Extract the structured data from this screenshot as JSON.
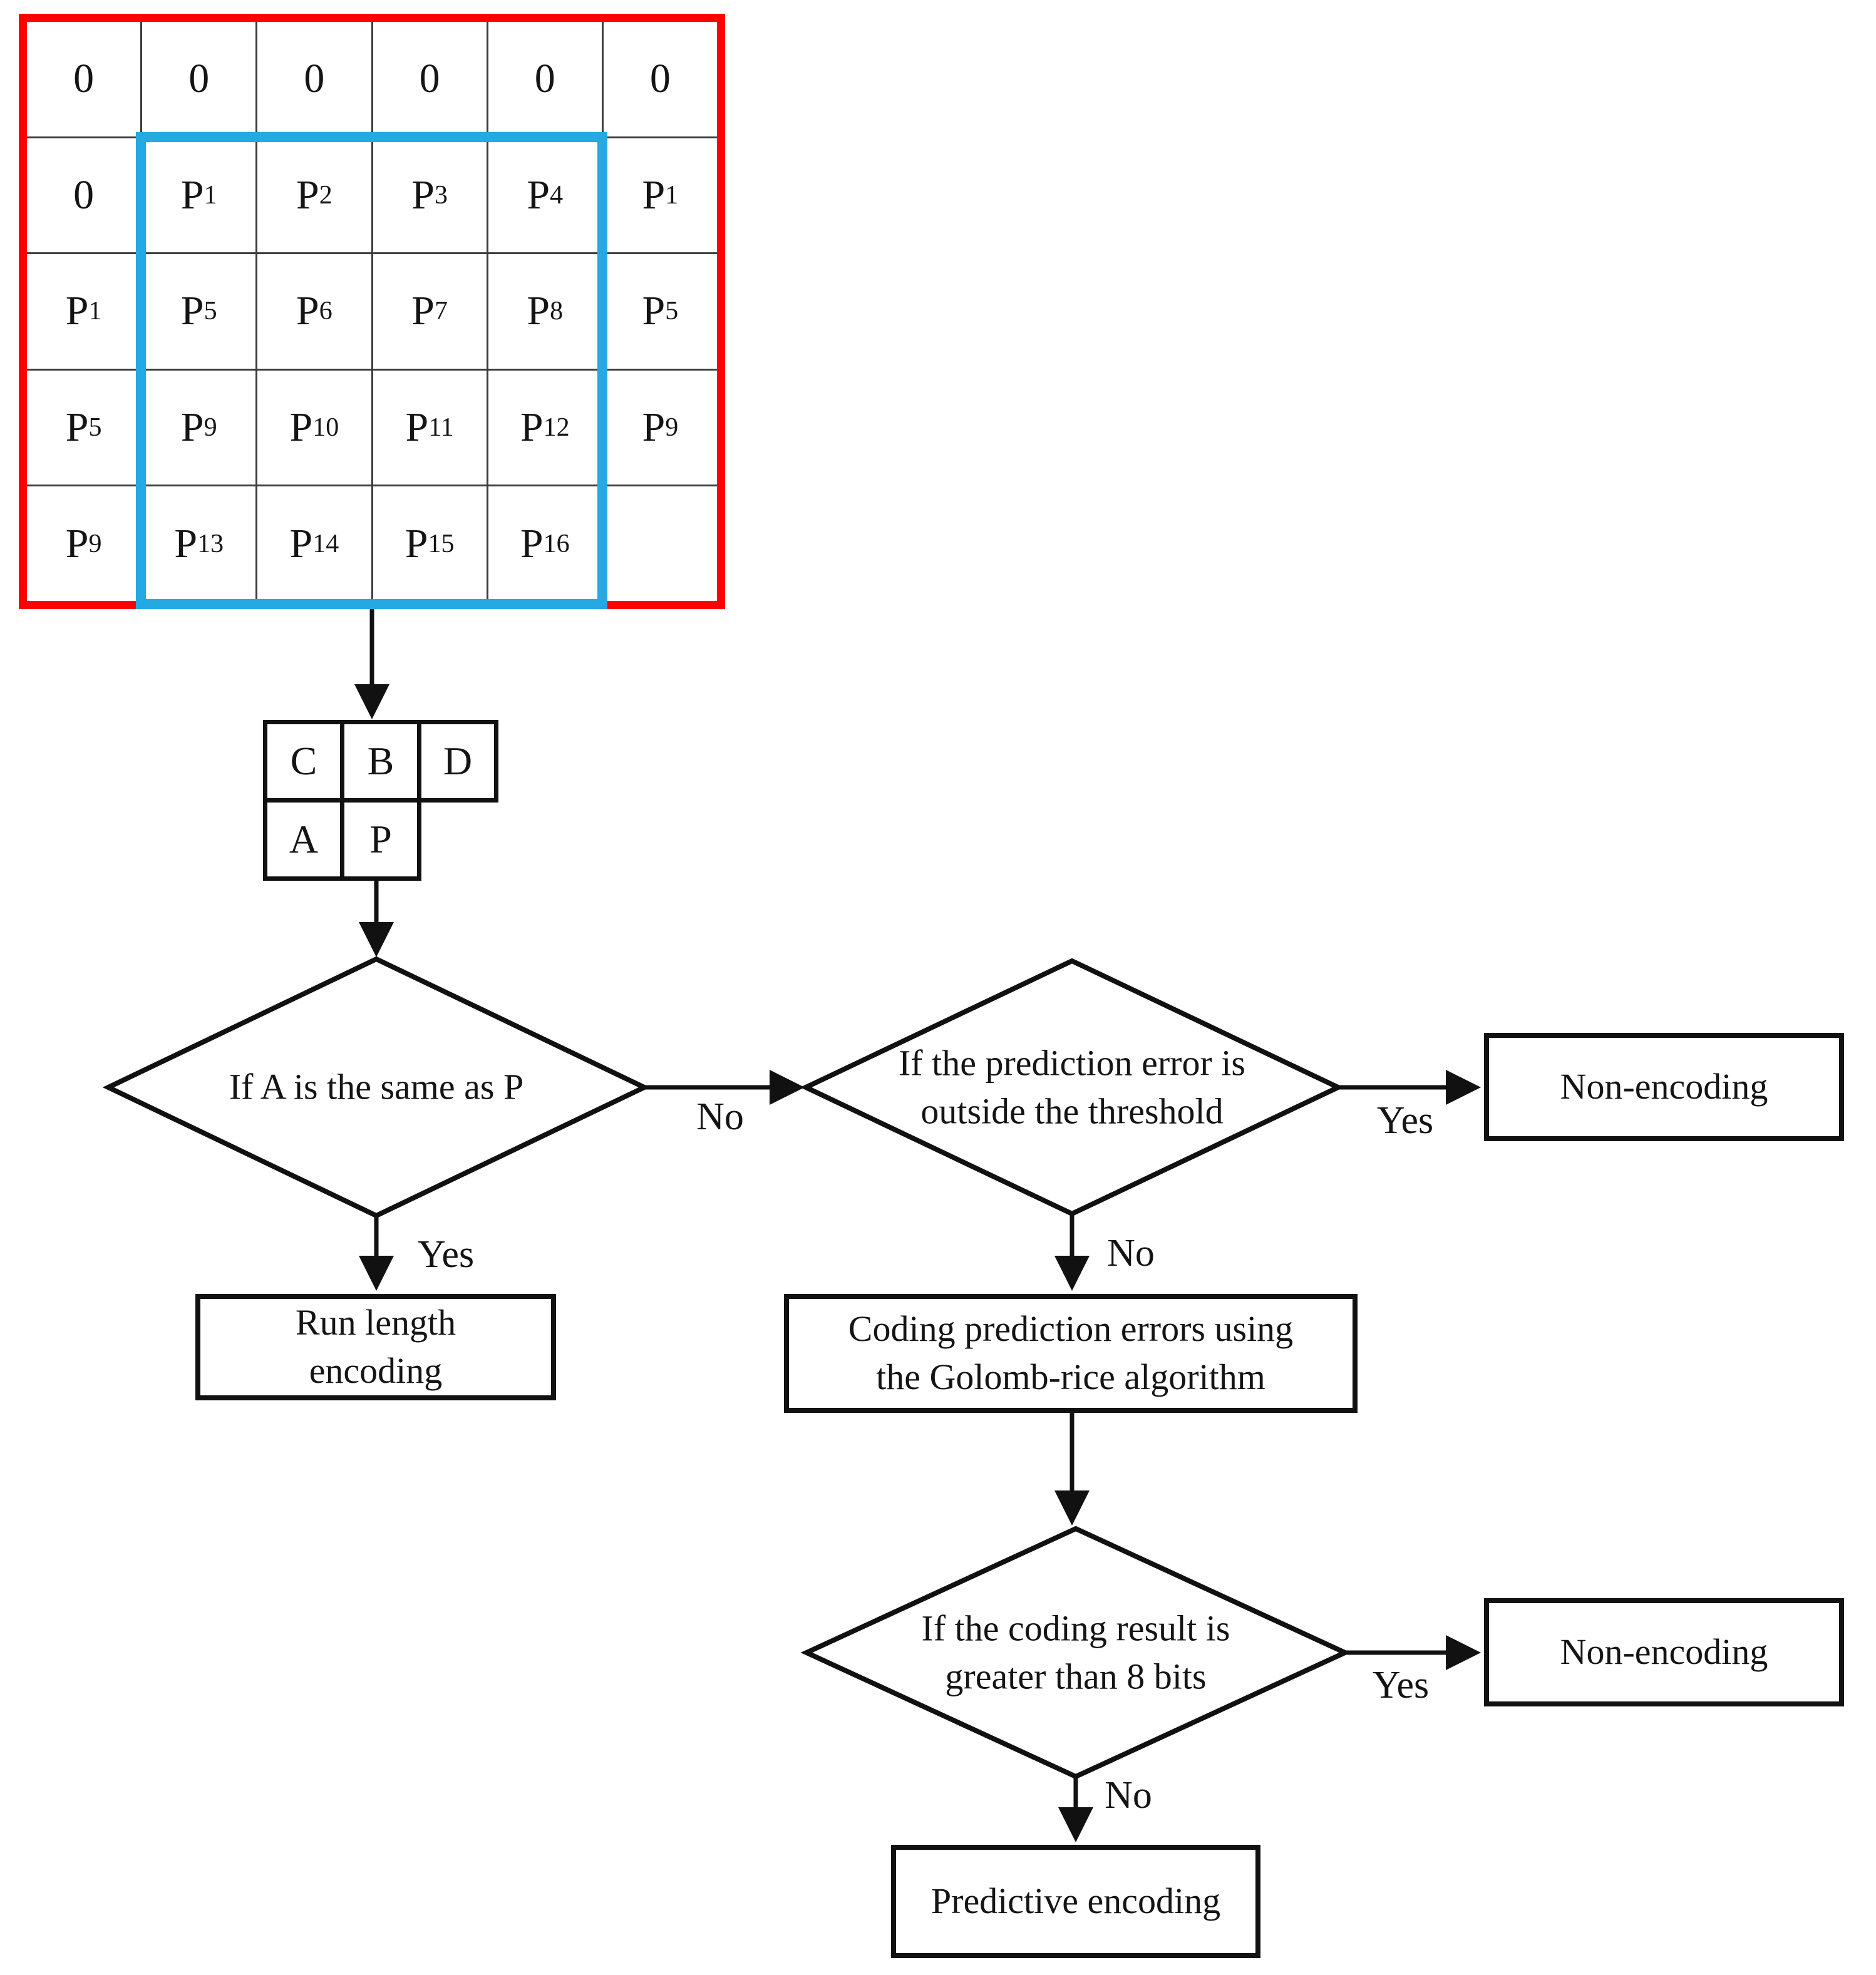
{
  "figure": {
    "background": "#ffffff",
    "colors": {
      "outer_border": "#fe0000",
      "inner_block_border": "#25a9e2",
      "grid_line": "#3c3c3c",
      "flow_line": "#111111"
    }
  },
  "pixel_grid": {
    "rows": [
      [
        "0",
        "0",
        "0",
        "0",
        "0",
        "0"
      ],
      [
        "0",
        "P1",
        "P2",
        "P3",
        "P4",
        "P1"
      ],
      [
        "P1",
        "P5",
        "P6",
        "P7",
        "P8",
        "P5"
      ],
      [
        "P5",
        "P9",
        "P10",
        "P11",
        "P12",
        "P9"
      ],
      [
        "P9",
        "P13",
        "P14",
        "P15",
        "P16",
        ""
      ]
    ]
  },
  "neighborhood_grid": {
    "top_row": [
      "C",
      "B",
      "D"
    ],
    "bottom_row": [
      "A",
      "P"
    ]
  },
  "flowchart": {
    "decision1": {
      "text": "If A is the same as P",
      "no_label": "No",
      "yes_label": "Yes"
    },
    "decision2": {
      "line1": "If the prediction error is",
      "line2": "outside the threshold",
      "yes_label": "Yes",
      "no_label": "No"
    },
    "decision3": {
      "line1": "If the coding result is",
      "line2": "greater than 8 bits",
      "yes_label": "Yes",
      "no_label": "No"
    },
    "box_run_length": {
      "line1": "Run length",
      "line2": "encoding"
    },
    "box_non_encoding_1": {
      "text": "Non-encoding"
    },
    "box_coding": {
      "line1": "Coding prediction errors using",
      "line2": "the Golomb-rice algorithm"
    },
    "box_non_encoding_2": {
      "text": "Non-encoding"
    },
    "box_predictive": {
      "text": "Predictive encoding"
    }
  }
}
